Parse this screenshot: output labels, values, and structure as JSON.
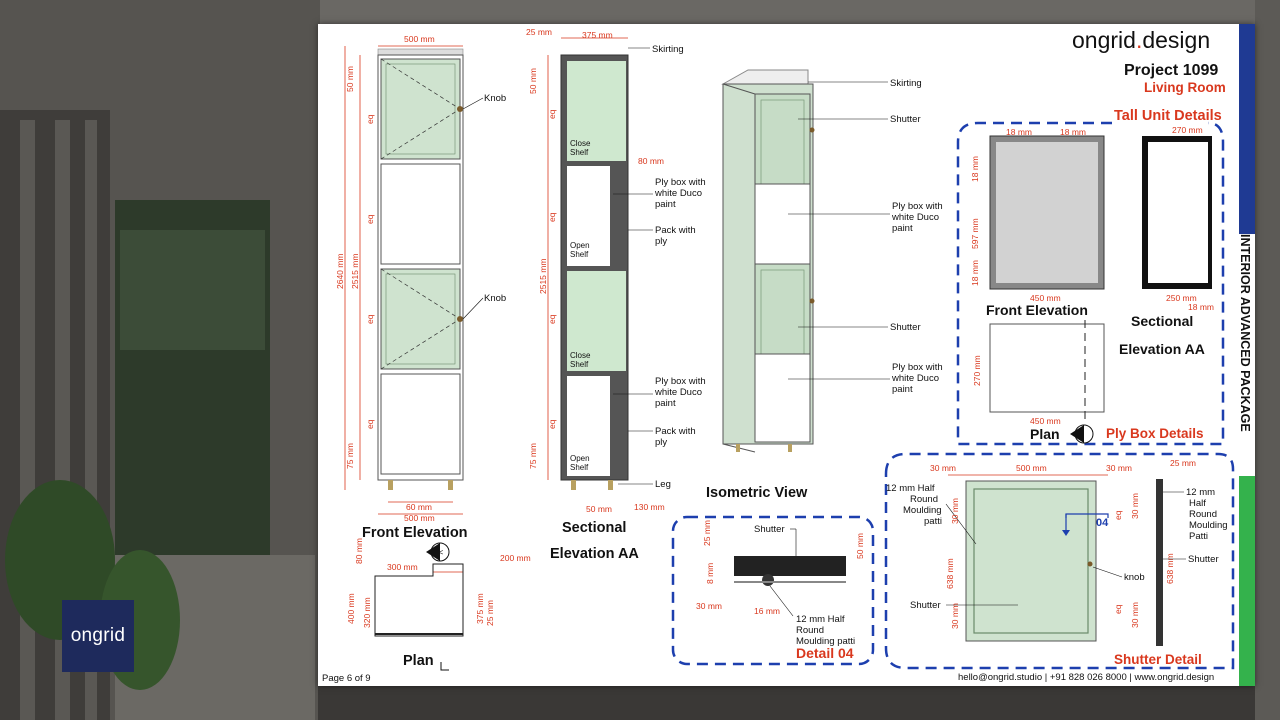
{
  "brand": {
    "logo_main": "ongrid",
    "logo_dot": ".",
    "logo_tail": "design",
    "badge": "ongrid"
  },
  "project": {
    "number": "Project 1099",
    "room": "Living Room",
    "side_band": "INTERIOR ADVANCED PACKAGE"
  },
  "colors": {
    "accent_red": "#d9381e",
    "navy": "#1f3a93",
    "green_band": "#34b24c",
    "panel_green": "#cfe3cf",
    "dash_blue": "#1d3fae"
  },
  "front": {
    "title": "Front Elevation",
    "dims": {
      "width_top": "500 mm",
      "height_total": "2640 mm",
      "height_inner": "2515 mm",
      "top": "50 mm",
      "bottom": "75 mm",
      "eq": "eq",
      "leg": "60 mm",
      "width_bottom": "500 mm"
    },
    "labels": {
      "knob": "Knob"
    }
  },
  "section": {
    "title_1": "Sectional",
    "title_2": "Elevation AA",
    "dims": {
      "depth": "375 mm",
      "top": "25 mm",
      "h50": "50 mm",
      "h2515": "2515 mm",
      "h75": "75 mm",
      "eq": "eq",
      "gap": "80 mm",
      "d50": "50 mm",
      "d130": "130 mm"
    },
    "labels": {
      "skirting": "Skirting",
      "close_shelf_1": "Close",
      "close_shelf_2": "Shelf",
      "open_shelf_1": "Open",
      "open_shelf_2": "Shelf",
      "ply_1": "Ply box with",
      "ply_2": "white Duco",
      "ply_3": "paint",
      "pack_1": "Pack with",
      "pack_2": "ply",
      "leg": "Leg"
    }
  },
  "plan": {
    "title": "Plan",
    "dims": {
      "d200": "200 mm",
      "d300": "300 mm",
      "d80": "80 mm",
      "d400": "400 mm",
      "d320": "320 mm",
      "d375": "375 mm",
      "d25": "25 mm"
    }
  },
  "iso": {
    "title": "Isometric View",
    "labels": {
      "skirting": "Skirting",
      "shutter": "Shutter",
      "ply_1": "Ply box with",
      "ply_2": "white Duco",
      "ply_3": "paint"
    }
  },
  "tall": {
    "title": "Tall Unit Details",
    "dims": {
      "t18a": "18 mm",
      "t18b": "18 mm",
      "t270": "270 mm",
      "v18a": "18 mm",
      "v597": "597 mm",
      "v18b": "18 mm",
      "w450": "450 mm",
      "w250": "250 mm",
      "w18": "18 mm",
      "v270": "270 mm",
      "w450b": "450 mm"
    },
    "labels": {
      "front_elev": "Front Elevation",
      "sectional": "Sectional",
      "elev_aa": "Elevation AA",
      "plan": "Plan",
      "ply_box": "Ply Box Details"
    }
  },
  "detail04": {
    "title": "Detail 04",
    "dims": {
      "d25": "25 mm",
      "d50": "50 mm",
      "d8": "8 mm",
      "d30": "30 mm",
      "d16": "16 mm"
    },
    "labels": {
      "shutter": "Shutter",
      "moulding_1": "12 mm Half",
      "moulding_2": "Round",
      "moulding_3": "Moulding patti"
    }
  },
  "shutter": {
    "title": "Shutter Detail",
    "dims": {
      "l30": "30 mm",
      "w500": "500 mm",
      "r30": "30 mm",
      "r25": "25 mm",
      "v30a": "30 mm",
      "v638": "638 mm",
      "v30b": "30 mm",
      "eq": "eq",
      "s30a": "30 mm",
      "s638": "638 mm",
      "s30b": "30 mm"
    },
    "labels": {
      "m1": "12 mm Half",
      "m2": "Round",
      "m3": "Moulding",
      "m4": "patti",
      "shutter": "Shutter",
      "knob": "knob",
      "p1": "12 mm",
      "p2": "Half",
      "p3": "Round",
      "p4": "Moulding",
      "p5": "Patti",
      "ref": "04"
    }
  },
  "footer": {
    "page": "Page 6 of 9",
    "contact": "hello@ongrid.studio | +91 828 026 8000 | www.ongrid.design"
  }
}
